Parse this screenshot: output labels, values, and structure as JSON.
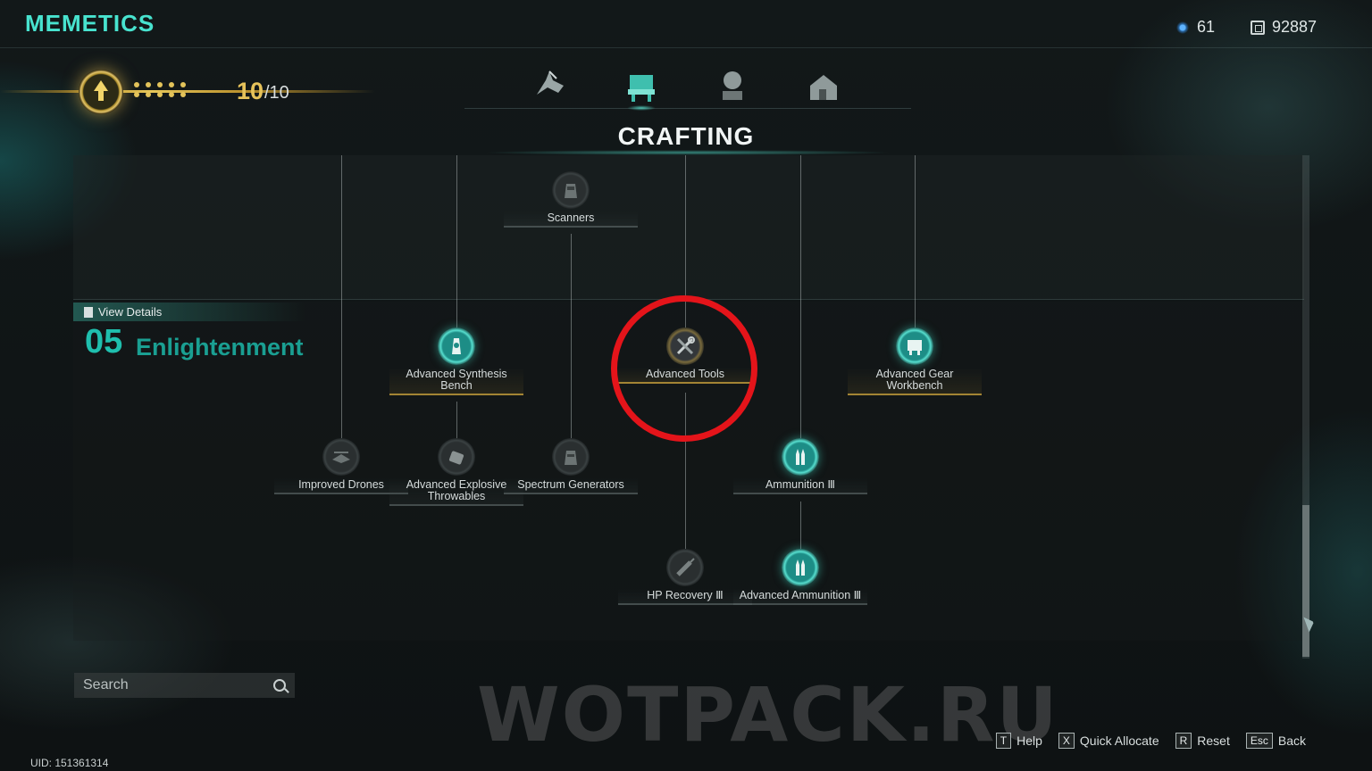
{
  "header": {
    "title": "MEMETICS",
    "currencies": [
      {
        "icon": "gem-icon",
        "value": "61"
      },
      {
        "icon": "chip-icon",
        "value": "92887"
      }
    ]
  },
  "level": {
    "current": "10",
    "max": "/10",
    "pips_filled": 10
  },
  "category": {
    "tabs": [
      {
        "name": "combat-category",
        "icon": "drone-blade-icon",
        "active": false
      },
      {
        "name": "crafting-category",
        "icon": "workbench-icon",
        "active": true
      },
      {
        "name": "farming-category",
        "icon": "tree-icon",
        "active": false
      },
      {
        "name": "building-category",
        "icon": "house-icon",
        "active": false
      }
    ],
    "title": "CRAFTING"
  },
  "tier": {
    "view_details": "View Details",
    "number": "05",
    "name": "Enlightenment"
  },
  "nodes": {
    "scanners": "Scanners",
    "advanced_synthesis_bench": "Advanced Synthesis Bench",
    "advanced_tools": "Advanced Tools",
    "advanced_gear_workbench": "Advanced Gear Workbench",
    "improved_drones": "Improved Drones",
    "advanced_explosive_throwables": "Advanced Explosive Throwables",
    "spectrum_generators": "Spectrum Generators",
    "ammunition_iii": "Ammunition Ⅲ",
    "hp_recovery_iii": "HP Recovery Ⅲ",
    "advanced_ammunition_iii": "Advanced Ammunition Ⅲ"
  },
  "search": {
    "placeholder": "Search"
  },
  "watermark": "WOTPACK.RU",
  "key_hints": [
    {
      "key": "T",
      "label": "Help"
    },
    {
      "key": "X",
      "label": "Quick Allocate"
    },
    {
      "key": "R",
      "label": "Reset"
    },
    {
      "key": "Esc",
      "label": "Back"
    }
  ],
  "uid": "UID: 151361314",
  "colors": {
    "accent": "#48e3cf",
    "gold": "#e6c25a",
    "highlight": "#e4141a"
  }
}
